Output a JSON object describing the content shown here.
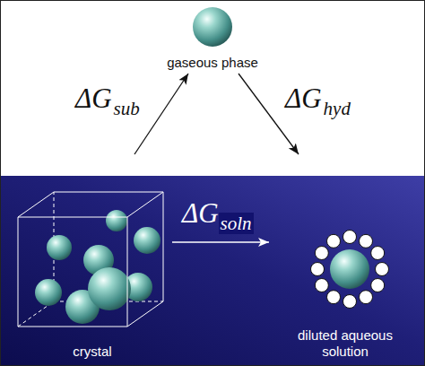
{
  "diagram": {
    "nodes": [
      {
        "text": [
          "gaseous phase"
        ]
      },
      {
        "text": [
          "crystal"
        ]
      },
      {
        "text": [
          "diluted aqueous solution"
        ]
      }
    ],
    "edges": [
      {
        "from": 1,
        "to": 0,
        "arrow": "to",
        "label": "ΔGsub"
      },
      {
        "from": 0,
        "to": 2,
        "arrow": "to",
        "label": "ΔGhyd"
      },
      {
        "from": 1,
        "to": 2,
        "arrow": "to",
        "label": "ΔGsoln"
      }
    ]
  }
}
